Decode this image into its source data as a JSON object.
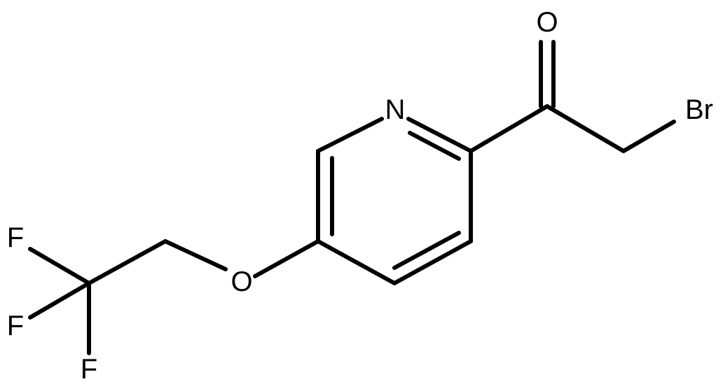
{
  "molecule": {
    "atoms": {
      "oxygen_carbonyl": "O",
      "nitrogen": "N",
      "bromine": "Br",
      "oxygen_ether": "O",
      "fluorine_1": "F",
      "fluorine_2": "F",
      "fluorine_3": "F"
    }
  }
}
